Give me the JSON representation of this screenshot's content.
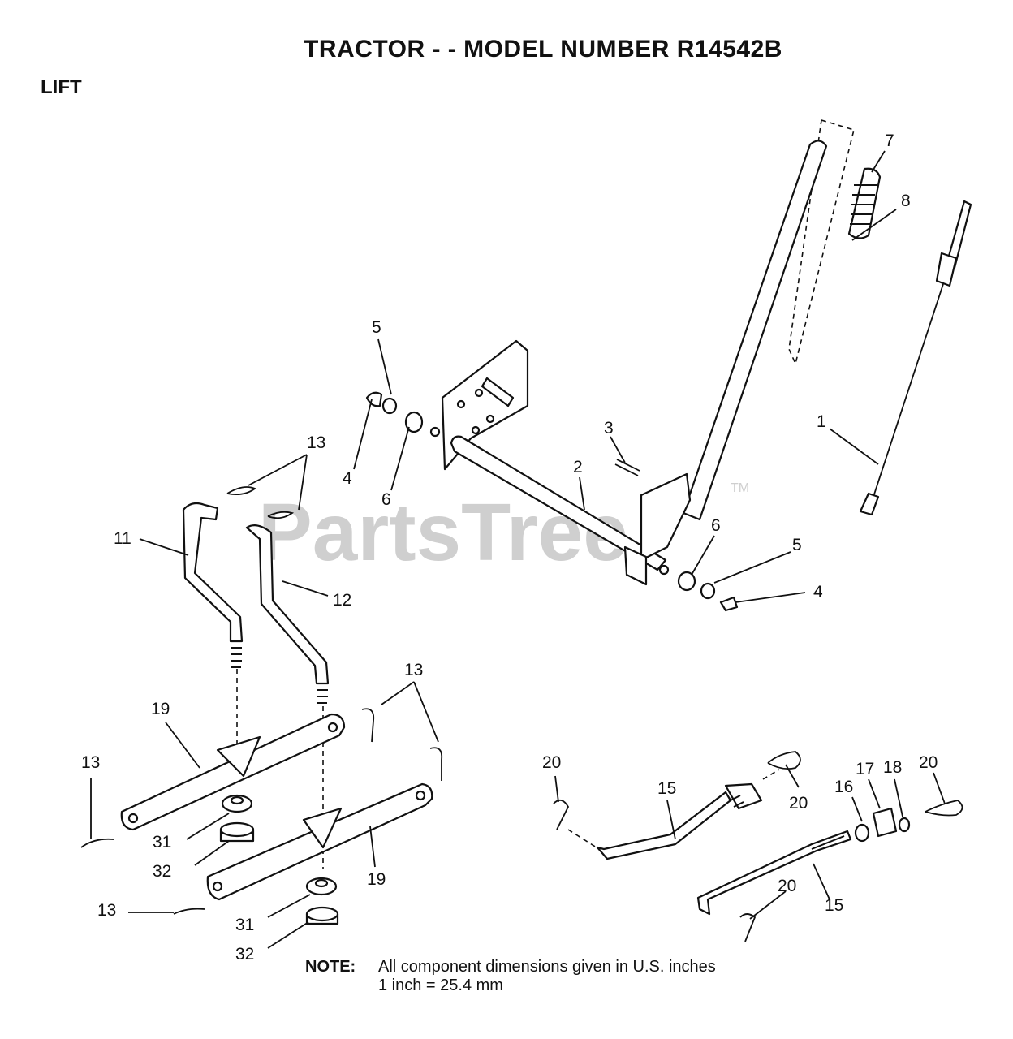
{
  "title": "TRACTOR - - MODEL NUMBER R14542B",
  "section": "LIFT",
  "watermark": "PartsTree",
  "trademark": "TM",
  "note": {
    "label": "NOTE:",
    "line1": "All component dimensions given in U.S. inches",
    "line2": "1 inch = 25.4 mm"
  },
  "callouts": [
    "7",
    "8",
    "5",
    "1",
    "3",
    "4",
    "6",
    "2",
    "13",
    "11",
    "12",
    "6",
    "5",
    "4",
    "13",
    "19",
    "13",
    "31",
    "32",
    "19",
    "13",
    "31",
    "32",
    "20",
    "15",
    "20",
    "16",
    "17",
    "18",
    "20",
    "20",
    "15"
  ]
}
